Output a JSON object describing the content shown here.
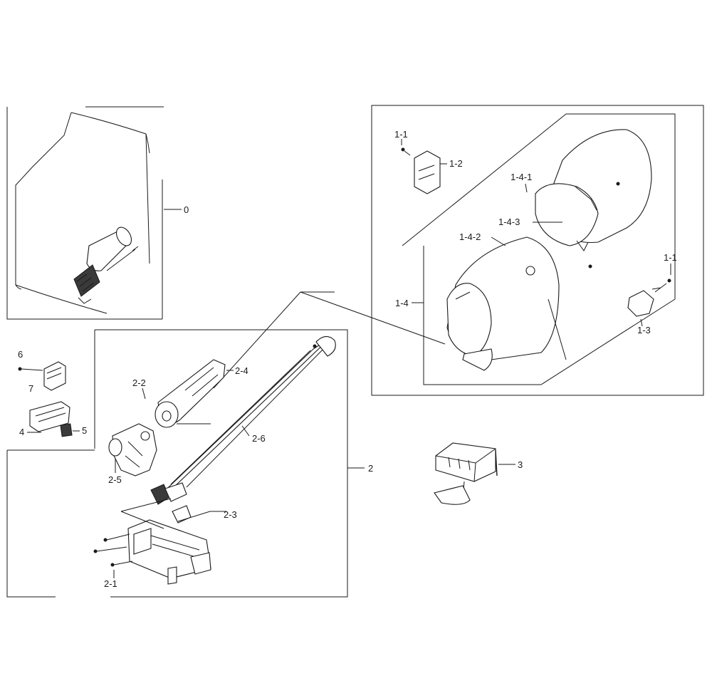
{
  "callouts": {
    "c0": "0",
    "c1_1_top": "1-1",
    "c1_2": "1-2",
    "c1_4_1": "1-4-1",
    "c1_4_3": "1-4-3",
    "c1_4_2": "1-4-2",
    "c1_1_right": "1-1",
    "c1_4": "1-4",
    "c1_3": "1-3",
    "c6": "6",
    "c7": "7",
    "c4": "4",
    "c5": "5",
    "c2_2": "2-2",
    "c2_4": "2-4",
    "c2_6": "2-6",
    "c2_5": "2-5",
    "c2": "2",
    "c2_3": "2-3",
    "c2_1": "2-1",
    "c3": "3"
  }
}
